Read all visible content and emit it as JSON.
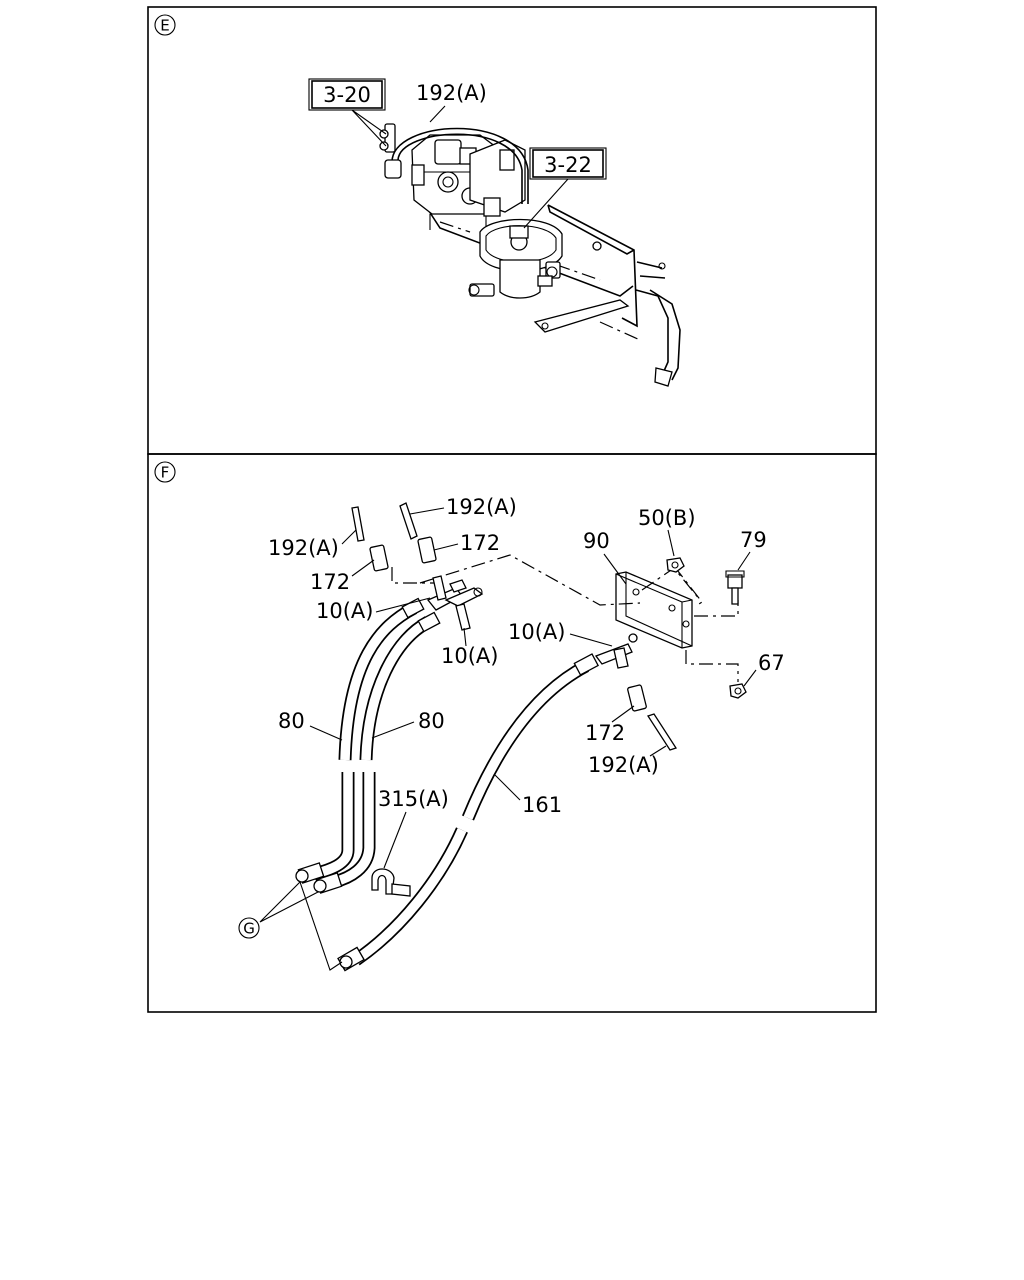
{
  "panels": {
    "top": {
      "view_id": "E"
    },
    "bottom": {
      "view_id": "F"
    }
  },
  "callouts": {
    "ref_3_20": "3-20",
    "ref_3_22": "3-22",
    "top_192a": "192(A)",
    "f_192a_top_right": "192(A)",
    "f_192a_left": "192(A)",
    "f_172_right": "172",
    "f_172_left": "172",
    "f_10a_left": "10(A)",
    "f_10a_center": "10(A)",
    "f_10a_right": "10(A)",
    "f_90": "90",
    "f_50b": "50(B)",
    "f_79": "79",
    "f_67": "67",
    "f_80_left": "80",
    "f_80_right": "80",
    "f_315a": "315(A)",
    "f_161": "161",
    "f_172_lower": "172",
    "f_192a_lower": "192(A)",
    "f_view_g": "G"
  }
}
